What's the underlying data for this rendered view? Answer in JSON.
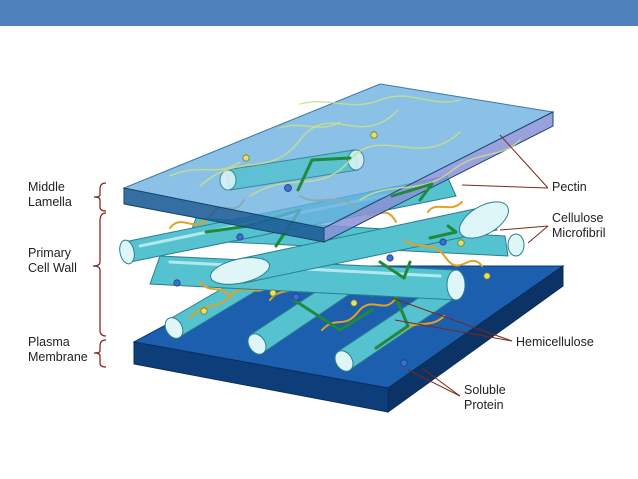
{
  "colors": {
    "top_bar": "#4f81bd",
    "lamella_top": "#6ab0e0",
    "lamella_front": "#1f5f98",
    "membrane_top": "#1b5fae",
    "membrane_front": "#0e3e7a",
    "fibril": "#55c2d0",
    "pectin": "#e0a223",
    "hemicellulose": "#1e8a3a",
    "leader_line": "#7a2a18"
  },
  "labels": {
    "middle_lamella": [
      "Middle",
      "Lamella"
    ],
    "primary_cell_wall": [
      "Primary",
      "Cell Wall"
    ],
    "plasma_membrane": [
      "Plasma",
      "Membrane"
    ],
    "pectin": [
      "Pectin"
    ],
    "cellulose_microfibril": [
      "Cellulose",
      "Microfibril"
    ],
    "hemicellulose": [
      "Hemicellulose"
    ],
    "soluble_protein": [
      "Soluble",
      "Protein"
    ]
  }
}
